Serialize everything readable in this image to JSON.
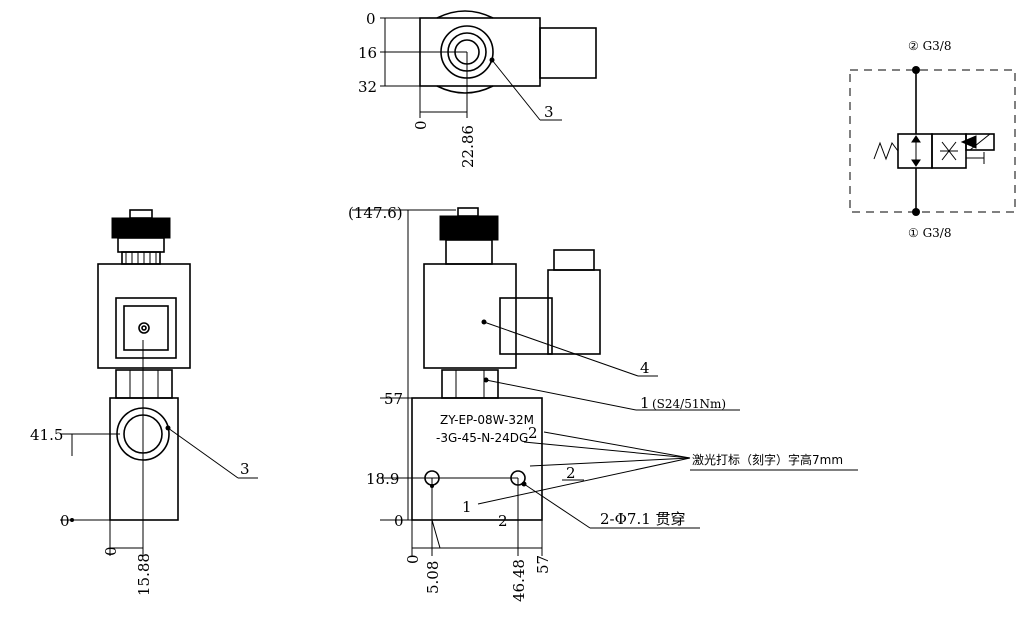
{
  "top_view": {
    "dims_y": [
      "0",
      "16",
      "32"
    ],
    "dims_x": [
      "0",
      "22.86"
    ],
    "callout": "3"
  },
  "left_view": {
    "dims_y": [
      "41.5",
      "0"
    ],
    "dims_x": [
      "0",
      "15.88"
    ],
    "callout": "3"
  },
  "front_view": {
    "overall_height": "(147.6)",
    "dims_y": [
      "57",
      "18.9",
      "0"
    ],
    "dims_x": [
      "0",
      "5.08",
      "46.48",
      "57"
    ],
    "engraving_line1": "ZY-EP-08W-32M",
    "engraving_line2": "-3G-45-N-24DG",
    "callout_coil": "4",
    "callout_nut": "1",
    "callout_nut_spec": "(S24/51Nm)",
    "port_label_2_a": "2",
    "port_label_2_b": "2",
    "port_label_2_bottom": "2",
    "port_label_1": "1",
    "laser_note": "激光打标（刻字）字高7mm",
    "holes_note": "2-Φ7.1 贯穿"
  },
  "schematic": {
    "port2": "② G3/8",
    "port1": "① G3/8"
  }
}
